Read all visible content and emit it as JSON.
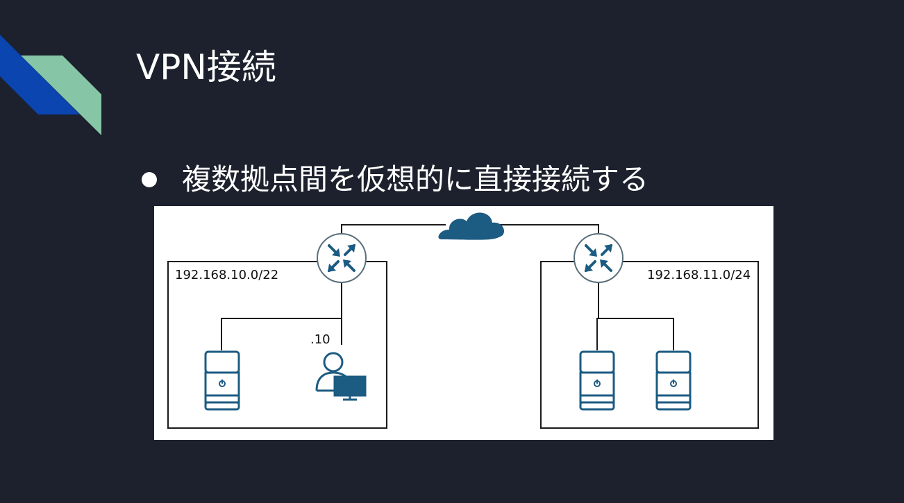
{
  "slide": {
    "title": "VPN接続",
    "bullets": [
      {
        "text": "複数拠点間を仮想的に直接接続する"
      }
    ]
  },
  "colors": {
    "background": "#1c212d",
    "accent_blue": "#0a45b0",
    "accent_green": "#86c6a6",
    "icon_color": "#1c5b82"
  },
  "diagram": {
    "left_network": {
      "label": "192.168.10.0/22",
      "user_host_label": ".10",
      "devices": [
        "server-icon",
        "user-workstation-icon"
      ]
    },
    "right_network": {
      "label": "192.168.11.0/24",
      "devices": [
        "server-icon",
        "server-icon"
      ]
    },
    "center": "cloud-icon",
    "routers": [
      "router-icon",
      "router-icon"
    ]
  }
}
